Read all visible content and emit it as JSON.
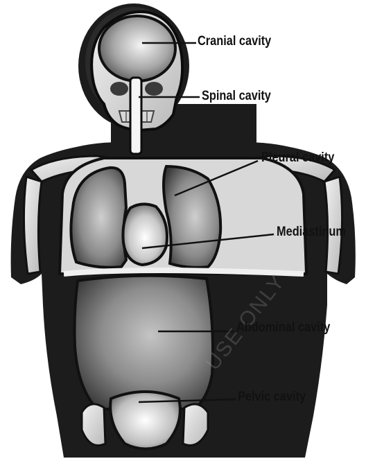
{
  "labels": {
    "cranial": "Cranial cavity",
    "spinal": "Spinal cavity",
    "pleural": "Pleural cavity",
    "mediastinum": "Mediastinum",
    "abdominal": "Abdominal cavity",
    "pelvic": "Pelvic cavity"
  },
  "watermark": "USE ONLY"
}
